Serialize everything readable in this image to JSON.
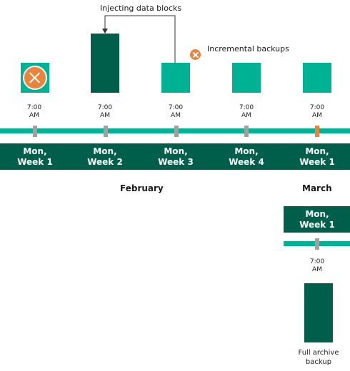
{
  "annotations": {
    "injecting": "Injecting data blocks",
    "incremental": "Incremental backups"
  },
  "time_labels": [
    {
      "line1": "7:00",
      "line2": "AM"
    },
    {
      "line1": "7:00",
      "line2": "AM"
    },
    {
      "line1": "7:00",
      "line2": "AM"
    },
    {
      "line1": "7:00",
      "line2": "AM"
    },
    {
      "line1": "7:00",
      "line2": "AM"
    }
  ],
  "day_labels": [
    {
      "line1": "Mon,",
      "line2": "Week 1"
    },
    {
      "line1": "Mon,",
      "line2": "Week 2"
    },
    {
      "line1": "Mon,",
      "line2": "Week 3"
    },
    {
      "line1": "Mon,",
      "line2": "Week 4"
    },
    {
      "line1": "Mon,",
      "line2": "Week 1"
    }
  ],
  "months": {
    "february": "February",
    "march": "March"
  },
  "archive": {
    "day_line1": "Mon,",
    "day_line2": "Week 1",
    "time_line1": "7:00",
    "time_line2": "AM",
    "caption_line1": "Full archive",
    "caption_line2": "backup"
  },
  "colors": {
    "dark_green": "#005f4b",
    "teal": "#00b294",
    "orange": "#e8843c",
    "gray": "#a0a0a0"
  },
  "icons": [
    "x-circle-icon",
    "arrow-icon"
  ]
}
